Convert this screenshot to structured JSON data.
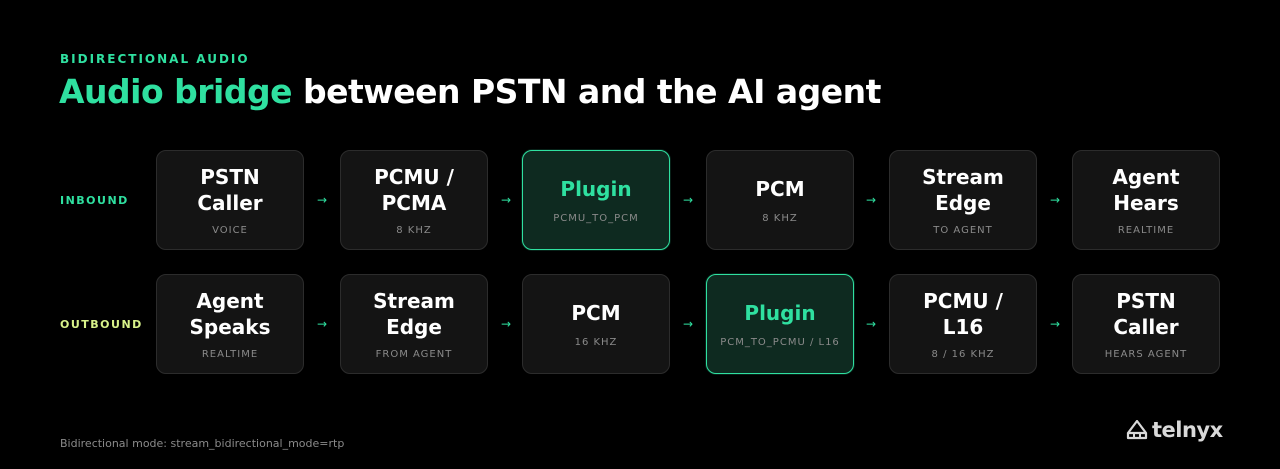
{
  "header": {
    "eyebrow": "BIDIRECTIONAL AUDIO",
    "title_accent": "Audio bridge",
    "title_rest": " between PSTN and the AI agent"
  },
  "rows": {
    "inbound": {
      "label": "INBOUND",
      "nodes": [
        {
          "title": "PSTN\nCaller",
          "sub": "VOICE",
          "highlight": false
        },
        {
          "title": "PCMU /\nPCMA",
          "sub": "8 KHZ",
          "highlight": false
        },
        {
          "title": "Plugin",
          "sub": "PCMU_TO_PCM",
          "highlight": true
        },
        {
          "title": "PCM",
          "sub": "8 KHZ",
          "highlight": false
        },
        {
          "title": "Stream\nEdge",
          "sub": "TO AGENT",
          "highlight": false
        },
        {
          "title": "Agent\nHears",
          "sub": "REALTIME",
          "highlight": false
        }
      ]
    },
    "outbound": {
      "label": "OUTBOUND",
      "nodes": [
        {
          "title": "Agent\nSpeaks",
          "sub": "REALTIME",
          "highlight": false
        },
        {
          "title": "Stream\nEdge",
          "sub": "FROM AGENT",
          "highlight": false
        },
        {
          "title": "PCM",
          "sub": "16 KHZ",
          "highlight": false
        },
        {
          "title": "Plugin",
          "sub": "PCM_TO_PCMU / L16",
          "highlight": true
        },
        {
          "title": "PCMU /\nL16",
          "sub": "8 / 16 KHZ",
          "highlight": false
        },
        {
          "title": "PSTN\nCaller",
          "sub": "HEARS AGENT",
          "highlight": false
        }
      ]
    }
  },
  "arrow_glyph": "→",
  "footnote": "Bidirectional mode: stream_bidirectional_mode=rtp",
  "logo": {
    "wordmark": "telnyx",
    "icon": "telnyx-logo-icon"
  },
  "colors": {
    "background": "#000000",
    "accent_green": "#2fe0a0",
    "accent_lime": "#d8f28a",
    "box_fill": "#141414",
    "box_border": "#2c2c2c",
    "highlight_fill": "#0e2a20",
    "muted_text": "#8a8a8a"
  }
}
